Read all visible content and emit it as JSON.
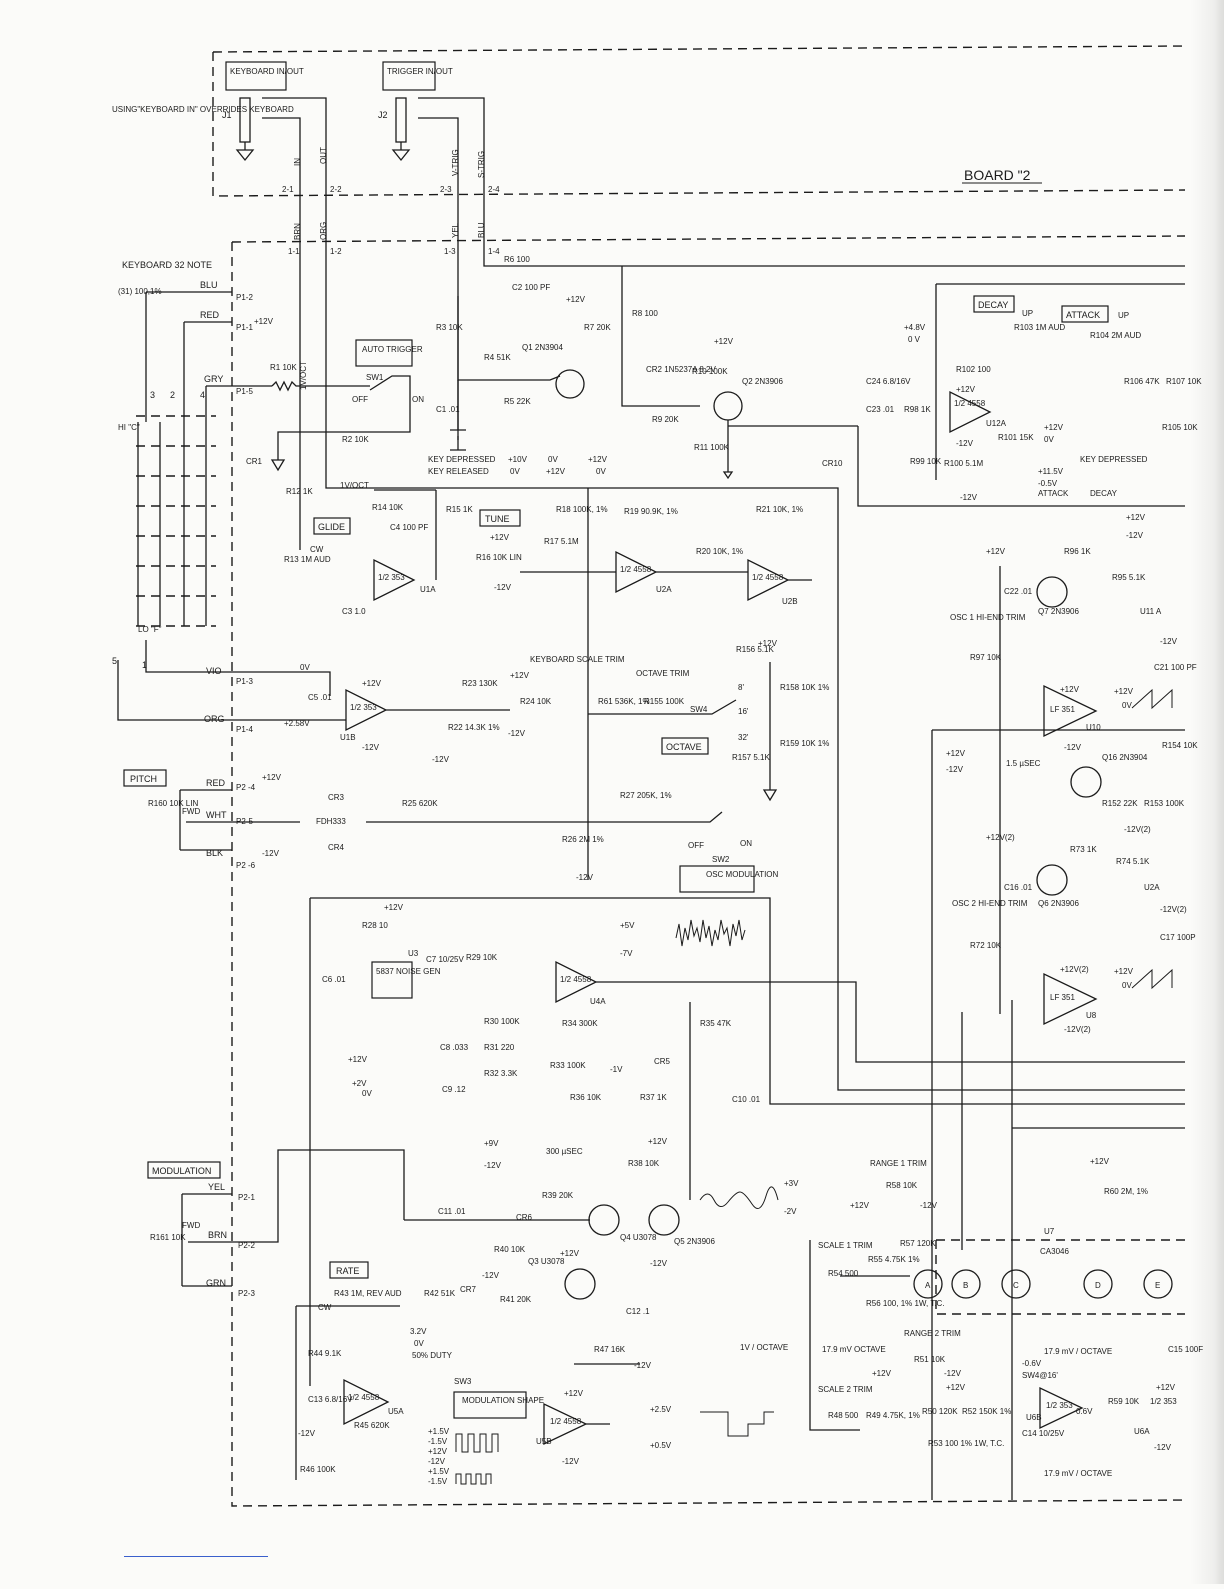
{
  "sections": {
    "board_label": "BOARD \"2",
    "keyboard_jack": "KEYBOARD IN/OUT",
    "trigger_jack": "TRIGGER IN/OUT",
    "jack_note": "USING\"KEYBOARD IN\" OVERRIDES KEYBOARD",
    "keyboard": "KEYBOARD 32 NOTE",
    "keyboard_res": "(31) 100,1%",
    "pitch": "PITCH",
    "modulation": "MODULATION",
    "auto_trigger": "AUTO TRIGGER",
    "glide": "GLIDE",
    "tune": "TUNE",
    "keyboard_scale": "KEYBOARD SCALE TRIM",
    "octave_trim": "OCTAVE TRIM",
    "octave": "OCTAVE",
    "osc_modulation": "OSC MODULATION",
    "rate": "RATE",
    "modulation_shape": "MODULATION SHAPE",
    "decay": "DECAY",
    "attack": "ATTACK",
    "osc1_trim": "OSC 1 HI-END TRIM",
    "osc2_trim": "OSC 2 HI-END TRIM",
    "range1": "RANGE 1 TRIM",
    "range2": "RANGE 2 TRIM",
    "scale1": "SCALE 1 TRIM",
    "scale2": "SCALE 2 TRIM"
  },
  "connectors": {
    "j1": "J1",
    "j2": "J2",
    "in": "IN",
    "out": "OUT",
    "vtrig": "V-TRIG",
    "strig": "S-TRIG",
    "p21": "2-1",
    "p22": "2-2",
    "p23": "2-3",
    "p24": "2-4",
    "p11": "1-1",
    "p12": "1-2",
    "p13": "1-3",
    "p14": "1-4",
    "brn": "BRN",
    "org": "ORG",
    "yel": "YEL",
    "blu": "BLU",
    "kb_blu": "BLU",
    "kb_red": "RED",
    "kb_gry": "GRY",
    "kb_vio": "VIO",
    "kb_org": "ORG",
    "pp12": "P1-2",
    "pp11": "P1-1",
    "pp15": "P1-5",
    "pp13": "P1-3",
    "pp14": "P1-4",
    "pot_red": "RED",
    "pot_wht": "WHT",
    "pot_blk": "BLK",
    "pp24": "P2 -4",
    "pp25": "P2-5",
    "pp26": "P2 -6",
    "mod_yel": "YEL",
    "mod_brn": "BRN",
    "mod_grn": "GRN",
    "pp21": "P2-1",
    "pp22": "P2-2",
    "pp23": "P2-3"
  },
  "parts": {
    "r1": "R1 10K",
    "r2": "R2 10K",
    "r3": "R3 10K",
    "r4": "R4 51K",
    "r5": "R5 22K",
    "r6": "R6 100",
    "r7": "R7 20K",
    "r8": "R8 100",
    "r9": "R9 20K",
    "r10": "R10 100K",
    "r11": "R11 100K",
    "r12": "R12 1K",
    "r13": "R13 1M AUD",
    "r14": "R14 10K",
    "r15": "R15 1K",
    "r16": "R16 10K LIN",
    "r17": "R17 5.1M",
    "r18": "R18 100K, 1%",
    "r19": "R19 90.9K, 1%",
    "r20": "R20 10K, 1%",
    "r21": "R21 10K, 1%",
    "r22": "R22 14.3K 1%",
    "r23": "R23 130K",
    "r24": "R24 10K",
    "r25": "R25 620K",
    "r26": "R26 2M 1%",
    "r27": "R27 205K, 1%",
    "r28": "R28 10",
    "r29": "R29 10K",
    "r30": "R30 100K",
    "r31": "R31 220",
    "r32": "R32 3.3K",
    "r33": "R33 100K",
    "r34": "R34 300K",
    "r35": "R35 47K",
    "r36": "R36 10K",
    "r37": "R37 1K",
    "r38": "R38 10K",
    "r39": "R39 20K",
    "r40": "R40 10K",
    "r41": "R41 20K",
    "r42": "R42 51K",
    "r43": "R43 1M, REV AUD",
    "r44": "R44 9.1K",
    "r45": "R45 620K",
    "r46": "R46 100K",
    "r47": "R47 16K",
    "r48": "R48 500",
    "r49": "R49 4.75K, 1%",
    "r50": "R50 120K",
    "r51": "R51 10K",
    "r52": "R52 150K 1%",
    "r53": "R53 100 1% 1W, T.C.",
    "r54": "R54 500",
    "r55": "R55 4.75K 1%",
    "r56": "R56 100, 1% 1W, T.C.",
    "r57": "R57 120K",
    "r58": "R58 10K",
    "r59": "R59 10K",
    "r60": "R60 2M, 1%",
    "r61": "R61 536K, 1%",
    "r72": "R72 10K",
    "r73": "R73 1K",
    "r74": "R74 5.1K",
    "r95": "R95 5.1K",
    "r96": "R96 1K",
    "r97": "R97 10K",
    "r98": "R98 1K",
    "r99": "R99 10K",
    "r100": "R100 5.1M",
    "r101": "R101 15K",
    "r102": "R102 100",
    "r103": "R103 1M AUD",
    "r104": "R104 2M AUD",
    "r105": "R105 10K",
    "r106": "R106 47K",
    "r107": "R107 10K",
    "r152": "R152 22K",
    "r153": "R153 100K",
    "r154": "R154 10K",
    "r155": "R155 100K",
    "r156": "R156 5.1K",
    "r157": "R157 5.1K",
    "r158": "R158 10K 1%",
    "r159": "R159 10K 1%",
    "r160": "R160 10K LIN",
    "r161": "R161 10K",
    "c1": "C1 .01",
    "c2": "C2 100 PF",
    "c3": "C3 1.0",
    "c4": "C4 100 PF",
    "c5": "C5 .01",
    "c6": "C6 .01",
    "c7": "C7 10/25V",
    "c8": "C8 .033",
    "c9": "C9 .12",
    "c10": "C10 .01",
    "c11": "C11 .01",
    "c12": "C12 .1",
    "c13": "C13 6.8/16V",
    "c14": "C14 10/25V",
    "c15": "C15 100F",
    "c16": "C16 .01",
    "c17": "C17 100P",
    "c21": "C21 100 PF",
    "c22": "C22 .01",
    "c23": "C23 .01",
    "c24": "C24 6.8/16V",
    "cr1": "CR1",
    "cr2": "CR2 1N5237A 8.2V",
    "cr3": "CR3",
    "cr4": "CR4",
    "cr5": "CR5",
    "cr6": "CR6",
    "cr7": "CR7",
    "cr10": "CR10",
    "fdh": "FDH333",
    "q1": "Q1 2N3904",
    "q2": "Q2 2N3906",
    "q3": "Q3 U3078",
    "q4": "Q4 U3078",
    "q5": "Q5 2N3906",
    "q6": "Q6 2N3906",
    "q7": "Q7 2N3906",
    "q16": "Q16 2N3904",
    "u1a": "U1A",
    "u1b": "U1B",
    "u2a": "U2A",
    "u2b": "U2B",
    "u3": "U3",
    "u4a": "U4A",
    "u5a": "U5A",
    "u5b": "U5B",
    "u6a": "U6A",
    "u6b": "U6B",
    "u7": "U7",
    "u7p": "CA3046",
    "u8": "U8",
    "u10": "U10",
    "u11": "U11 A",
    "u12a": "U12A",
    "u2ax": "U2A",
    "op353": "1/2 353",
    "op4558": "1/2 4558",
    "oplf": "LF 351",
    "noise": "5837 NOISE GEN",
    "sw1": "SW1",
    "sw2": "SW2",
    "sw3": "SW3",
    "sw4": "SW4"
  },
  "notes": {
    "p12v": "+12V",
    "m12v": "-12V",
    "p12v2": "+12V(2)",
    "m12v2": "-12V(2)",
    "key_dep": "KEY DEPRESSED",
    "key_rel": "KEY RELEASED",
    "kd_v1": "+10V",
    "kd_v2": "0V",
    "kd_v3": "+12V",
    "kr_v1": "0V",
    "kr_v2": "+12V",
    "kr_v3": "0V",
    "oct1v": "1V/OCT",
    "oct1v_b": "1V/OCT",
    "oct1v_c": "1V / OCTAVE",
    "oct179": "17.9 mV OCTAVE",
    "oct179b": "17.9 mV / OCTAVE",
    "oct179c": "17.9 mV / OCTAVE",
    "v258": "+2.58V",
    "v0": "0V",
    "v48": "+4.8V",
    "v0b": "0 V",
    "v115": "+11.5V",
    "v05": "-0.5V",
    "attack_s": "ATTACK",
    "decay_s": "DECAY",
    "kd_small": "KEY DEPRESSED",
    "hi_c": "HI \"C\"",
    "lo_f": "LO \"F\"",
    "oct8": "8'",
    "oct16": "16'",
    "oct32": "32'",
    "off": "OFF",
    "on": "ON",
    "fwd": "FWD",
    "v5": "+5V",
    "v7": "-7V",
    "v2p": "+2V",
    "v0c": "0V",
    "v9": "+9V",
    "m12": "-12V",
    "us300": "300 µSEC",
    "us15": "1.5 µSEC",
    "v3p": "+3V",
    "v2m": "-2V",
    "v1m": "-1V",
    "duty": "50% DUTY",
    "v32": "3.2V",
    "v0d": "0V",
    "v15p": "+1.5V",
    "v15m": "-1.5V",
    "v25p": "+2.5V",
    "v05p": "+0.5V",
    "v06m": "-0.6V",
    "v06": "0.6V",
    "sw4_16": "SW4@16'",
    "up": "UP",
    "pin5": "5",
    "pin1": "1",
    "jp5": "5",
    "jp2": "2",
    "cw": "CW"
  },
  "colors": {
    "ink": "#1b1b1b",
    "paper": "#fbfbf9",
    "footer_line": "#3a5fcc"
  }
}
